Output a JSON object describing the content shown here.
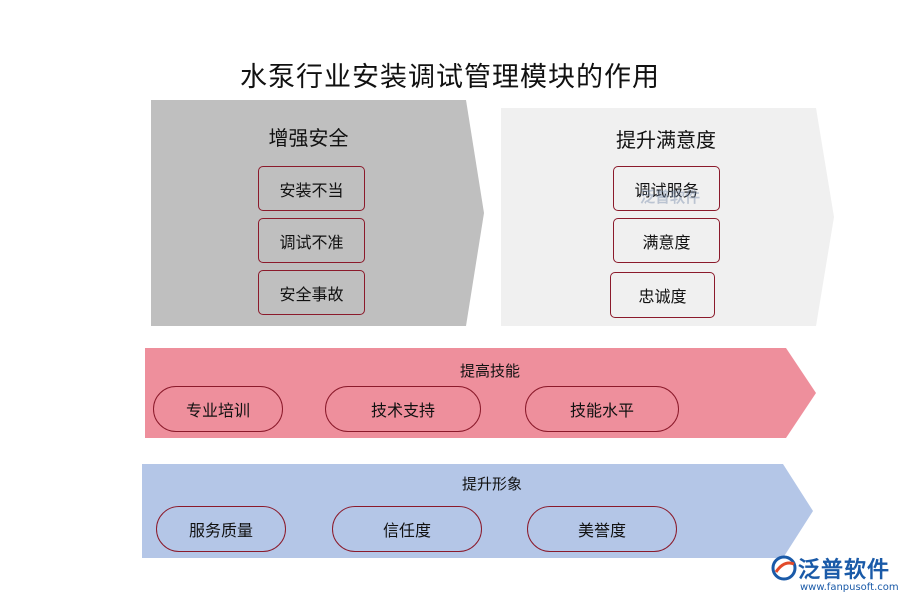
{
  "title": "水泵行业安装调试管理模块的作用",
  "colors": {
    "gray_panel": "#bfbfbf",
    "light_panel": "#f0f0f0",
    "pink_panel": "#ee8f9c",
    "blue_panel": "#b4c6e7",
    "border": "#8b1a2b",
    "logo": "#1a5aa8"
  },
  "panels": {
    "safety": {
      "title": "增强安全",
      "items": [
        "安装不当",
        "调试不准",
        "安全事故"
      ]
    },
    "satisfaction": {
      "title": "提升满意度",
      "items": [
        "调试服务",
        "满意度",
        "忠诚度"
      ]
    },
    "skills": {
      "title": "提高技能",
      "items": [
        "专业培训",
        "技术支持",
        "技能水平"
      ]
    },
    "image": {
      "title": "提升形象",
      "items": [
        "服务质量",
        "信任度",
        "美誉度"
      ]
    }
  },
  "watermark": "泛普软件",
  "logo": {
    "name": "泛普软件",
    "url": "www.fanpusoft.com"
  }
}
